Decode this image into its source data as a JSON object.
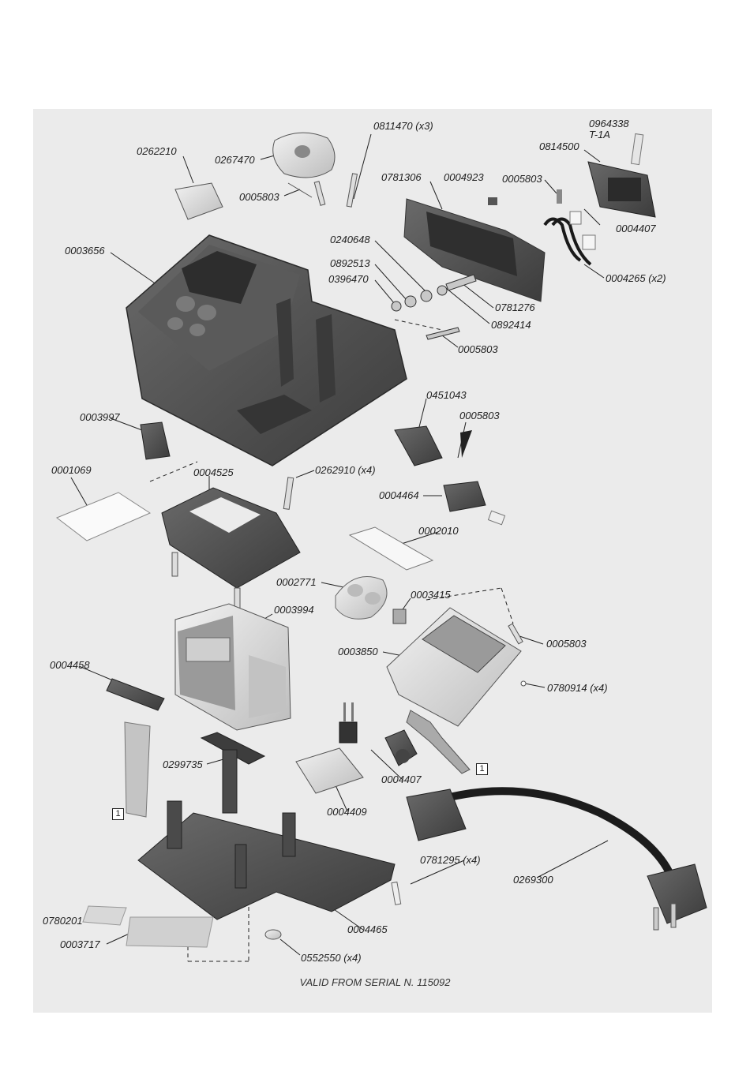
{
  "labels": {
    "p0262210": "0262210",
    "p0267470": "0267470",
    "p0811470": "0811470 (x3)",
    "p0005803_a": "0005803",
    "p0964338": "0964338",
    "p0964338_sub": "T-1A",
    "p0814500": "0814500",
    "p0781306": "0781306",
    "p0004923": "0004923",
    "p0005803_b": "0005803",
    "p0004407_a": "0004407",
    "p0003656": "0003656",
    "p0240648": "0240648",
    "p0892513": "0892513",
    "p0396470": "0396470",
    "p0781276": "0781276",
    "p0892414": "0892414",
    "p0004265": "0004265 (x2)",
    "p0005803_c": "0005803",
    "p0451043": "0451043",
    "p0005803_d": "0005803",
    "p0003997": "0003997",
    "p0001069": "0001069",
    "p0004525": "0004525",
    "p0262910": "0262910 (x4)",
    "p0004464": "0004464",
    "p0002010": "0002010",
    "p0002771": "0002771",
    "p0003415": "0003415",
    "p0005803_e": "0005803",
    "p0003994": "0003994",
    "p0003850": "0003850",
    "p0780914": "0780914 (x4)",
    "p0004458": "0004458",
    "p0299735": "0299735",
    "p0004407_b": "0004407",
    "p0004409": "0004409",
    "p0781295": "0781295 (x4)",
    "p0269300": "0269300",
    "p0780201": "0780201",
    "p0003717": "0003717",
    "p0004465": "0004465",
    "p0552550": "0552550 (x4)"
  },
  "refs": {
    "ref1_a": "1",
    "ref1_b": "1"
  },
  "footer": "VALID FROM SERIAL N. 115092",
  "colors": {
    "panel": "#ebebeb",
    "dark_part": "#4a4a4a",
    "light_part": "#d6d6d6"
  }
}
